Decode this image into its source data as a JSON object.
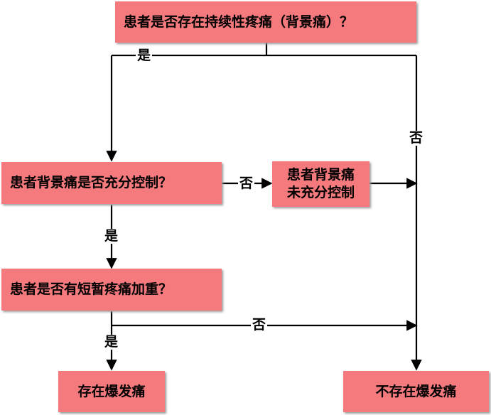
{
  "nodes": {
    "q1": "患者是否存在持续性疼痛（背景痛）？",
    "q2": "患者背景痛是否充分控制？",
    "uncontrolled_line1": "患者背景痛",
    "uncontrolled_line2": "未充分控制",
    "q3": "患者是否有短暂疼痛加重？",
    "yes_outcome": "存在爆发痛",
    "no_outcome": "不存在爆发痛"
  },
  "edge_labels": {
    "q1_yes": "是",
    "q1_no": "否",
    "q2_no": "否",
    "q2_yes": "是",
    "q3_no": "否",
    "q3_yes": "是"
  }
}
